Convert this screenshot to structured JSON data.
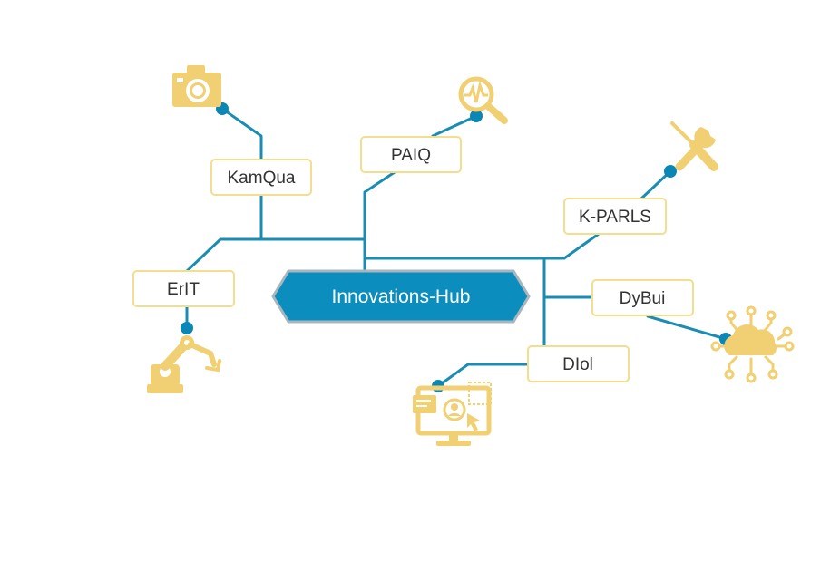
{
  "hub": {
    "label": "Innovations-Hub"
  },
  "nodes": [
    {
      "id": "kamqua",
      "label": "KamQua",
      "icon": "camera-icon"
    },
    {
      "id": "paiq",
      "label": "PAIQ",
      "icon": "magnifier-waveform-icon"
    },
    {
      "id": "kparls",
      "label": "K-PARLS",
      "icon": "wrench-screwdriver-icon"
    },
    {
      "id": "erit",
      "label": "ErIT",
      "icon": "robot-arm-icon"
    },
    {
      "id": "dybui",
      "label": "DyBui",
      "icon": "cloud-network-icon"
    },
    {
      "id": "diol",
      "label": "DIol",
      "icon": "monitor-interface-icon"
    }
  ],
  "colors": {
    "line": "#1b8db3",
    "hub_fill": "#0b8dbd",
    "hub_border": "#a9b6bd",
    "box_border": "#f3dd8f",
    "icon": "#f1cf73"
  }
}
